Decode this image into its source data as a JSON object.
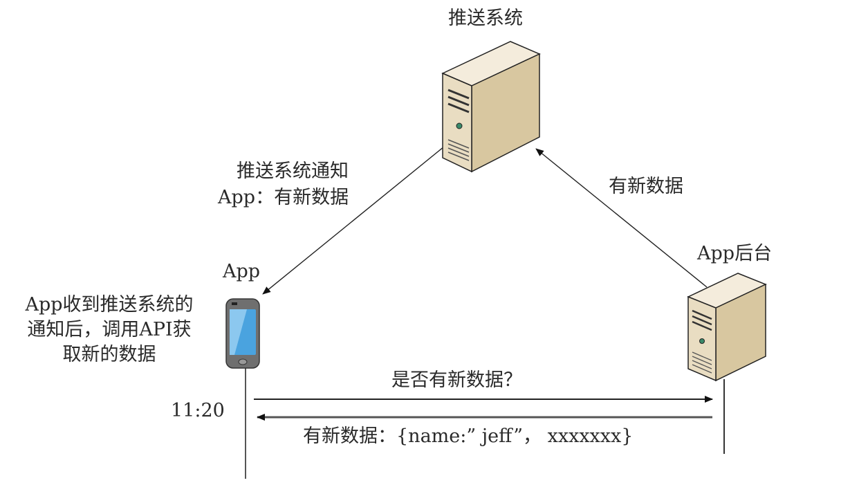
{
  "nodes": {
    "push_system": {
      "label": "推送系统",
      "icon": "server-icon"
    },
    "app": {
      "label": "App",
      "icon": "phone-icon"
    },
    "app_backend": {
      "label": "App后台",
      "icon": "server-icon"
    }
  },
  "edges": {
    "push_to_app": {
      "label_line1": "推送系统通知",
      "label_line2": "App：有新数据"
    },
    "backend_to_push": {
      "label": "有新数据"
    },
    "app_to_backend": {
      "label": "是否有新数据？"
    },
    "backend_to_app": {
      "label": "有新数据：{name:” jeff”， xxxxxxx}"
    }
  },
  "annotations": {
    "app_note_line1": "App收到推送系统的",
    "app_note_line2": "通知后，调用API获",
    "app_note_line3": "取新的数据",
    "time": "11:20"
  },
  "colors": {
    "server_front": "#e8dcc0",
    "server_side": "#d6c49c",
    "server_top": "#f4ecdc",
    "phone_body": "#6f6f6f",
    "phone_screen": "#4aa3df"
  }
}
